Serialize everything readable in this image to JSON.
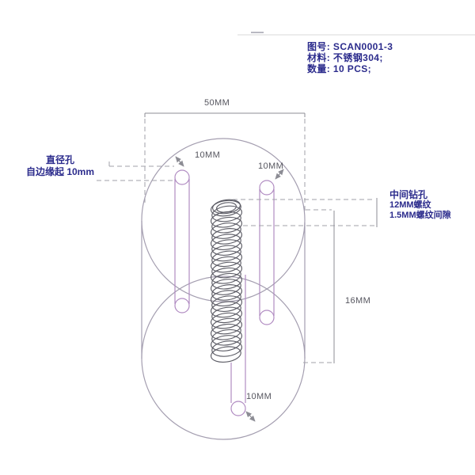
{
  "title_block": {
    "line1": "图号: SCAN0001-3",
    "line2": "材料: 不锈钢304;",
    "line3": "数量: 10 PCS;"
  },
  "annotations": {
    "left_hole": {
      "line1": "直径孔",
      "line2": "自边缘起 10mm"
    },
    "center_hole": {
      "line1": "中间钻孔",
      "line2": "12MM螺纹",
      "line3": "1.5MM螺纹间隙"
    }
  },
  "dimensions": {
    "overall_width": "50MM",
    "top_left_hole": "10MM",
    "top_right_hole": "10MM",
    "bottom_hole": "10MM",
    "vertical_spacing": "16MM"
  },
  "colors": {
    "annotation_text": "#2b2b8c",
    "dimension_text": "#55555e",
    "outline": "#a49eb0",
    "hole_outline": "#b18cc2",
    "thread": "#5d5d66",
    "dashed_line": "#a2a2aa",
    "dimension_line": "#8c8c94",
    "background": "#ffffff"
  }
}
